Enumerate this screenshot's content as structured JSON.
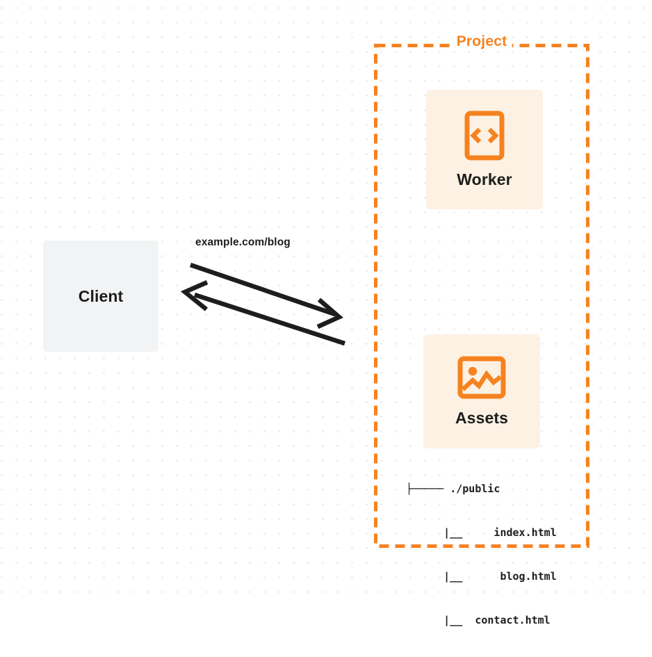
{
  "diagram": {
    "title": "Client to Project (Worker + Assets) request flow",
    "background": {
      "color": "#ffffff",
      "dot_color": "#ebebeb"
    },
    "colors": {
      "accent_orange": "#f6821f",
      "card_fill": "#fdf1e4",
      "client_fill": "#f2f3f4",
      "text_dark": "#1d1d1d",
      "arrow_stroke": "#1d1d1d"
    }
  },
  "client": {
    "label": "Client"
  },
  "connection": {
    "label": "example.com/blog",
    "request_arrow_name": "arrow-client-to-project",
    "response_arrow_name": "arrow-project-to-client"
  },
  "project": {
    "title": "Project",
    "services": [
      {
        "id": "worker",
        "label": "Worker",
        "icon": "code-brackets-icon"
      },
      {
        "id": "assets",
        "label": "Assets",
        "icon": "image-icon"
      }
    ]
  },
  "file_tree": {
    "rows": [
      "├───── ./public",
      "      |__     index.html",
      "      |__      blog.html",
      "      |__  contact.html"
    ],
    "entries": [
      {
        "name": "./public",
        "type": "directory"
      },
      {
        "name": "index.html",
        "type": "file"
      },
      {
        "name": "blog.html",
        "type": "file"
      },
      {
        "name": "contact.html",
        "type": "file"
      }
    ]
  }
}
